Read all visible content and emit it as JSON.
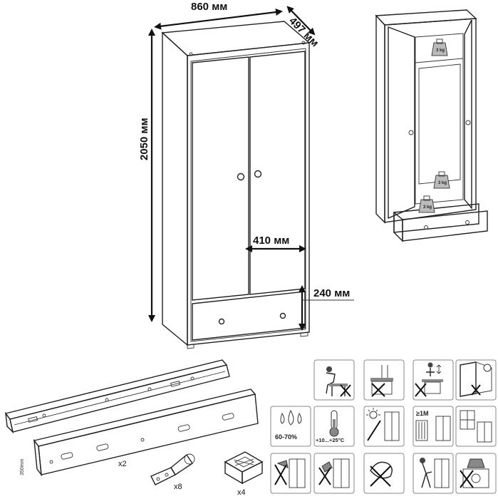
{
  "dimensions": {
    "width": "860 мм",
    "depth": "497 мм",
    "height": "2050 мм",
    "door_width": "410 мм",
    "drawer_height": "240 мм"
  },
  "weights": [
    "3 kg",
    "3 kg",
    "3 kg"
  ],
  "quantities": {
    "rails": "x2",
    "hinges": "x8",
    "feet": "x4"
  },
  "rail_note": "350mm",
  "care_icons": {
    "humidity": "60-70%",
    "temperature": "+10...+25°C",
    "distance": "≥1M"
  }
}
